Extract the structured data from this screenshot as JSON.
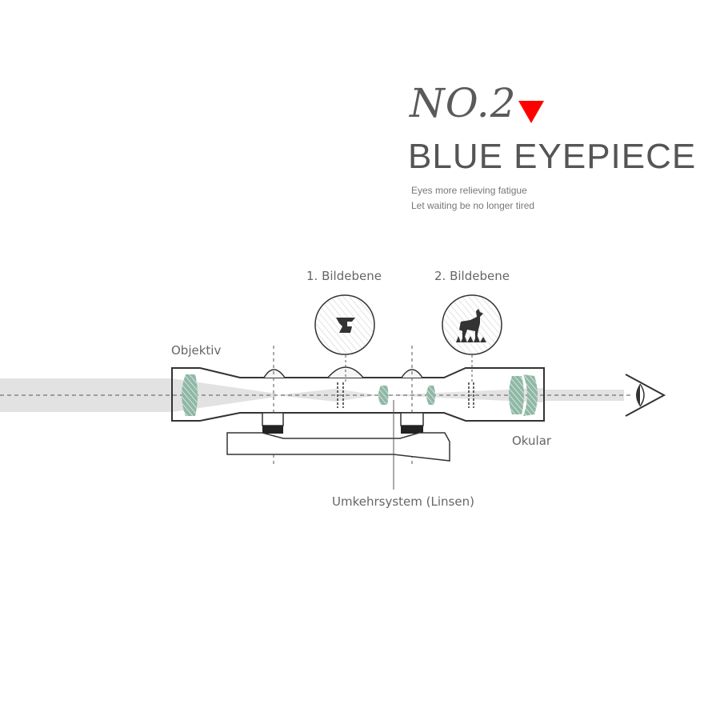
{
  "header": {
    "number_label": "NO.2",
    "marker_icon": "red-down-triangle-icon",
    "marker_color": "#ff0000",
    "title": "BLUE EYEPIECE",
    "subtitle_lines": [
      "Eyes more relieving fatigue",
      "Let waiting be no longer tired"
    ]
  },
  "diagram": {
    "labels": {
      "focal_plane_1": "1. Bildebene",
      "focal_plane_2": "2. Bildebene",
      "objective": "Objektiv",
      "eyepiece": "Okular",
      "erector_system": "Umkehrsystem (Linsen)"
    },
    "icons": [
      "reticle-circle-icon",
      "deer-circle-icon",
      "eye-icon"
    ],
    "colors": {
      "lens": "#8fb8a6",
      "beam": "#e2e2e2",
      "outline": "#333333"
    }
  }
}
